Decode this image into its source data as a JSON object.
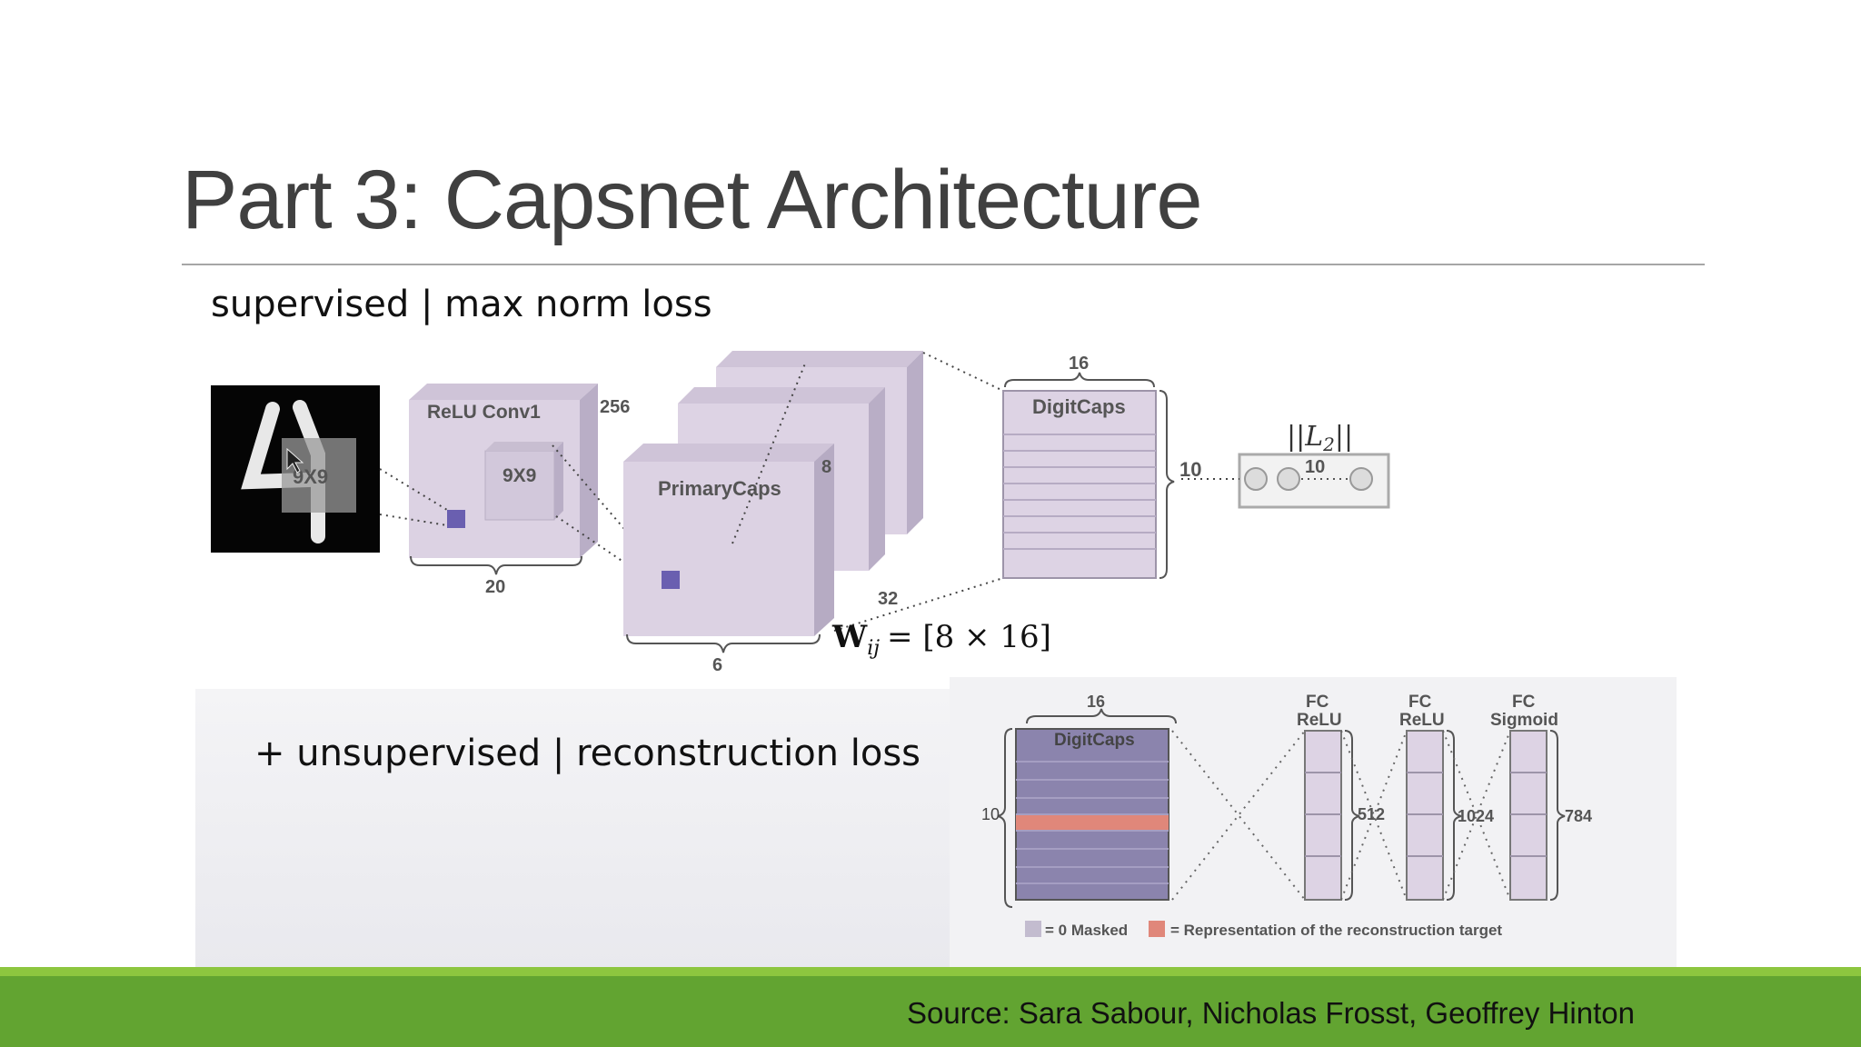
{
  "slide": {
    "title": "Part 3: Capsnet Architecture",
    "source": "Source: Sara Sabour, Nicholas Frosst, Geoffrey Hinton"
  },
  "figure": {
    "supervised_heading": "supervised | max norm loss",
    "unsupervised_heading": "+ unsupervised | reconstruction loss",
    "conv1": {
      "label": "ReLU Conv1",
      "kernel": "9X9",
      "depth": "256",
      "width": "20"
    },
    "input": {
      "kernel": "9X9"
    },
    "primarycaps": {
      "label": "PrimaryCaps",
      "dim": "8",
      "count": "32",
      "width": "6"
    },
    "digitcaps": {
      "label": "DigitCaps",
      "width": "16",
      "height": "10"
    },
    "norm": {
      "label": "||L",
      "sub": "2",
      "end": "||",
      "count": "10"
    },
    "weight_formula": {
      "prefix": "W",
      "sub": "ij",
      "rest": "= [8 × 16]"
    },
    "recon": {
      "digitcaps_label": "DigitCaps",
      "width": "16",
      "height": "10",
      "layers": [
        {
          "line1": "FC",
          "line2": "ReLU",
          "size": "512"
        },
        {
          "line1": "FC",
          "line2": "ReLU",
          "size": "1024"
        },
        {
          "line1": "FC",
          "line2": "Sigmoid",
          "size": "784"
        }
      ],
      "legend_masked": "= 0 Masked",
      "legend_target": "= Representation of the reconstruction target"
    }
  },
  "colors": {
    "footer_green": "#62a431",
    "footer_light_green": "#8dc63f",
    "block_fill": "#d9cfe0",
    "masked_fill": "#8b84ad",
    "target_fill": "#e0877a"
  }
}
